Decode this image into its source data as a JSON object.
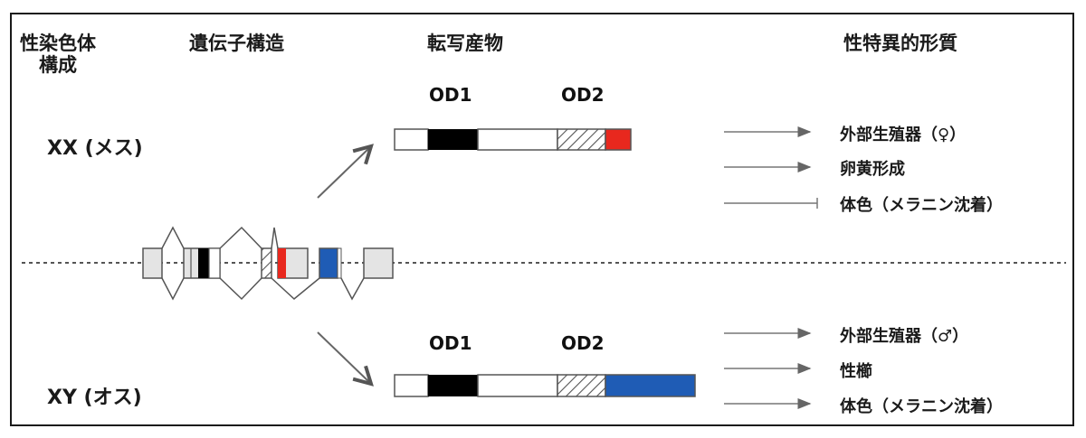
{
  "headers": {
    "karyotype_line1": "性染色体",
    "karyotype_line2": "構成",
    "gene_structure": "遺伝子構造",
    "transcripts": "転写産物",
    "traits": "性特異的形質"
  },
  "karyotypes": {
    "female": "XX (メス)",
    "male": "XY (オス)"
  },
  "domains": {
    "od1": "OD1",
    "od2": "OD2"
  },
  "female_traits": [
    {
      "label": "外部生殖器（♀）",
      "effect": "promote"
    },
    {
      "label": "卵黄形成",
      "effect": "promote"
    },
    {
      "label": "体色（メラニン沈着）",
      "effect": "inhibit"
    }
  ],
  "male_traits": [
    {
      "label": "外部生殖器（♂）",
      "effect": "promote"
    },
    {
      "label": "性櫛",
      "effect": "promote"
    },
    {
      "label": "体色（メラニン沈着）",
      "effect": "promote"
    }
  ],
  "colors": {
    "female_exon": "#e8281e",
    "male_exon": "#1f5cb5",
    "od1": "#000000",
    "exon_fill": "#e4e4e4",
    "line": "#555555"
  }
}
